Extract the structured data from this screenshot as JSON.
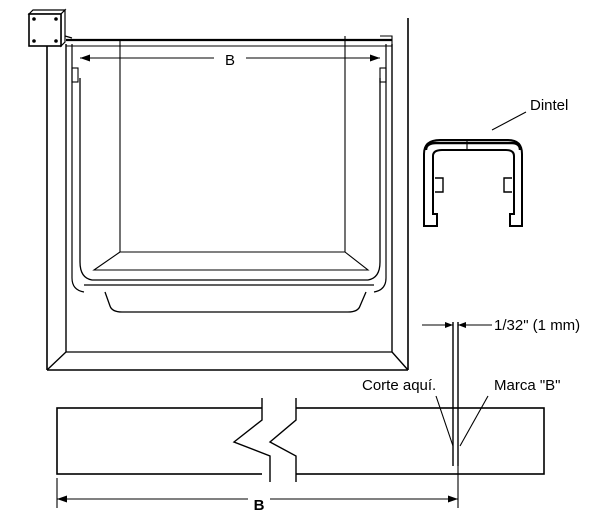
{
  "labels": {
    "top_dimension": "B",
    "header_part": "Dintel",
    "gap_spec": "1/32\" (1 mm)",
    "cut_here": "Corte aquí.",
    "mark_b": "Marca \"B\"",
    "bottom_dimension": "B"
  },
  "colors": {
    "line": "#000000",
    "background": "#ffffff",
    "header_fill": "#ffffff"
  }
}
